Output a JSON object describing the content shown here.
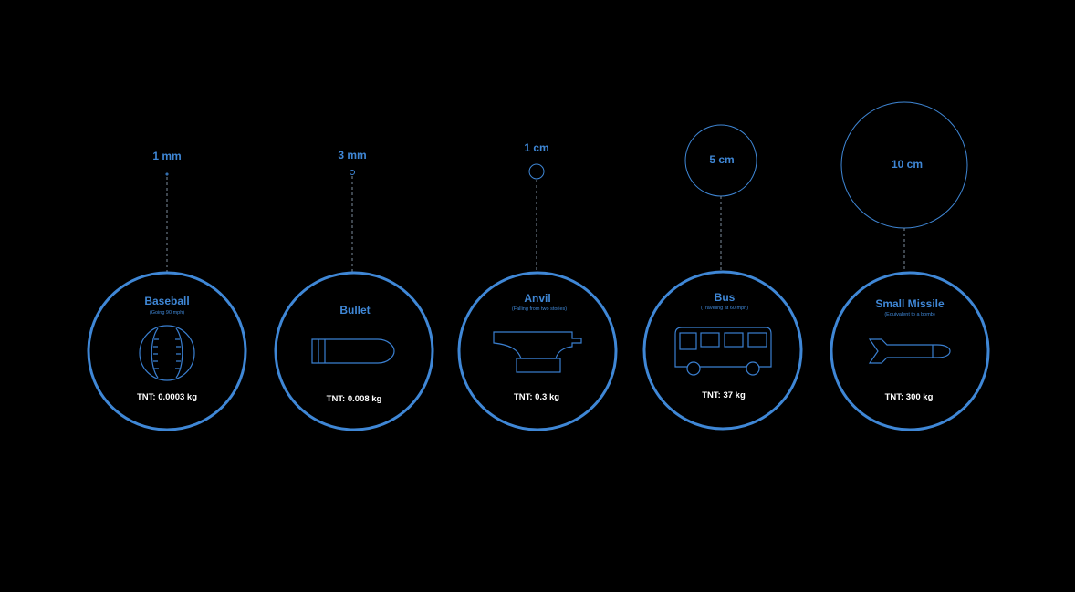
{
  "colors": {
    "background": "#000000",
    "accent": "#3f87d6",
    "icon_stroke": "#3a7fd0",
    "dashed_line": "#7c8c9c",
    "tnt_text": "#ffffff"
  },
  "items": [
    {
      "size_label": "1 mm",
      "name": "Baseball",
      "subtitle": "(Going 90 mph)",
      "tnt": "TNT: 0.0003 kg",
      "icon": "baseball-icon"
    },
    {
      "size_label": "3 mm",
      "name": "Bullet",
      "subtitle": "",
      "tnt": "TNT: 0.008 kg",
      "icon": "bullet-icon"
    },
    {
      "size_label": "1 cm",
      "name": "Anvil",
      "subtitle": "(Falling from two stories)",
      "tnt": "TNT: 0.3 kg",
      "icon": "anvil-icon"
    },
    {
      "size_label": "5 cm",
      "name": "Bus",
      "subtitle": "(Traveling at 60 mph)",
      "tnt": "TNT: 37 kg",
      "icon": "bus-icon"
    },
    {
      "size_label": "10 cm",
      "name": "Small Missile",
      "subtitle": "(Equivalent to a bomb)",
      "tnt": "TNT: 300 kg",
      "icon": "missile-icon"
    }
  ]
}
